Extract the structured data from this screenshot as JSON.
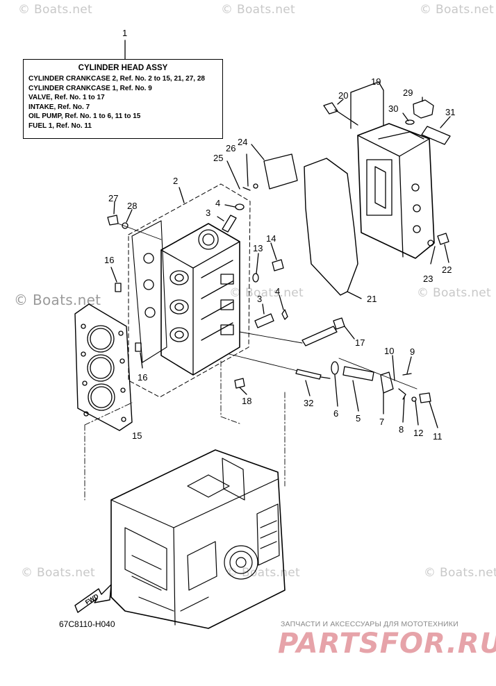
{
  "watermarks": {
    "site": "© Boats.net"
  },
  "assembly_box": {
    "ref": "1",
    "title": "CYLINDER HEAD ASSY",
    "lines": [
      "CYLINDER CRANKCASE 2,  Ref. No. 2 to 15, 21, 27, 28",
      "CYLINDER CRANKCASE 1,  Ref. No. 9",
      "VALVE,  Ref. No. 1 to 17",
      "INTAKE,  Ref. No. 7",
      "OIL PUMP,  Ref. No. 1 to 6, 11 to 15",
      "FUEL 1,  Ref. No. 11"
    ]
  },
  "callouts": [
    "2",
    "3",
    "4",
    "5",
    "6",
    "7",
    "8",
    "9",
    "10",
    "11",
    "12",
    "13",
    "14",
    "15",
    "16",
    "16",
    "17",
    "18",
    "19",
    "20",
    "21",
    "22",
    "23",
    "24",
    "25",
    "26",
    "27",
    "28",
    "29",
    "30",
    "31",
    "32",
    "3",
    "4"
  ],
  "diagram_code": "67C8110-H040",
  "fwd_label": "FWD",
  "brand": {
    "tagline": "ЗАПЧАСТИ И АКСЕССУАРЫ ДЛЯ МОТОТЕХНИКИ",
    "name": "PARTSFOR.RU"
  },
  "colors": {
    "line": "#000000",
    "watermark": "#c8c8c8",
    "brand": "#e6a3a9"
  }
}
